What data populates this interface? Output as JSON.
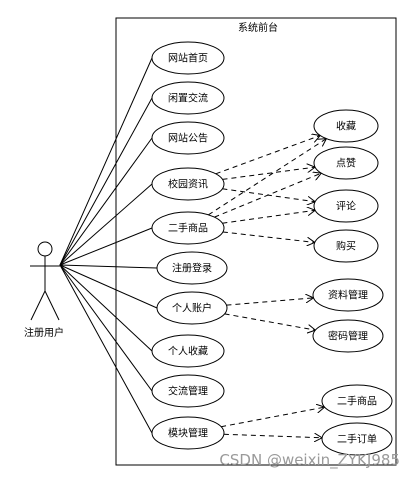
{
  "boundary_title": "系统前台",
  "actor_label": "注册用户",
  "use_cases_left": [
    "网站首页",
    "闲置交流",
    "网站公告",
    "校园资讯",
    "二手商品",
    "注册登录",
    "个人账户",
    "个人收藏",
    "交流管理",
    "模块管理"
  ],
  "use_cases_right": [
    "收藏",
    "点赞",
    "评论",
    "购买",
    "资料管理",
    "密码管理",
    "二手商品",
    "二手订单"
  ],
  "watermark": "CSDN @weixin_ZYKJ985"
}
